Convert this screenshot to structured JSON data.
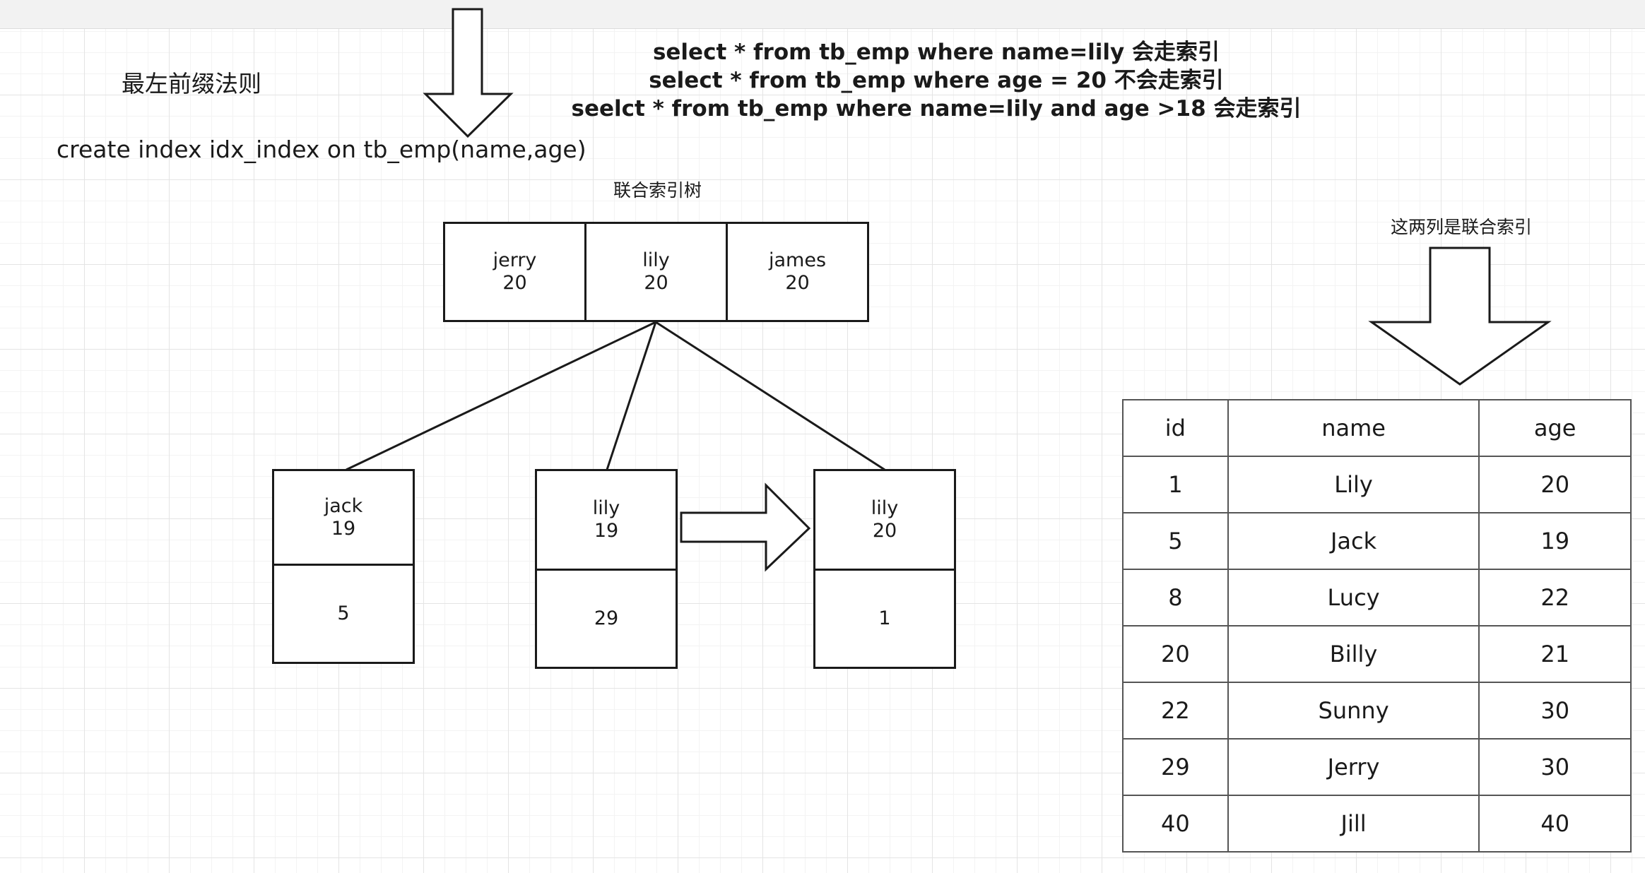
{
  "title": "最左前缀法则",
  "create_statement": "create index idx_index on tb_emp(name,age)",
  "queries": [
    "select * from tb_emp where name=lily 会走索引",
    "select * from tb_emp where age = 20 不会走索引",
    "seelct * from tb_emp where name=lily and age >18 会走索引"
  ],
  "tree_label": "联合索引树",
  "root_node": [
    {
      "name": "jerry",
      "age": "20"
    },
    {
      "name": "lily",
      "age": "20"
    },
    {
      "name": "james",
      "age": "20"
    }
  ],
  "leaf_nodes": [
    {
      "name": "jack",
      "age": "19",
      "id": "5"
    },
    {
      "name": "lily",
      "age": "19",
      "id": "29"
    },
    {
      "name": "lily",
      "age": "20",
      "id": "1"
    }
  ],
  "table_label": "这两列是联合索引",
  "table": {
    "headers": [
      "id",
      "name",
      "age"
    ],
    "rows": [
      [
        "1",
        "Lily",
        "20"
      ],
      [
        "5",
        "Jack",
        "19"
      ],
      [
        "8",
        "Lucy",
        "22"
      ],
      [
        "20",
        "Billy",
        "21"
      ],
      [
        "22",
        "Sunny",
        "30"
      ],
      [
        "29",
        "Jerry",
        "30"
      ],
      [
        "40",
        "Jill",
        "40"
      ]
    ]
  },
  "icons": [
    "arrow-down-icon",
    "arrow-right-icon"
  ],
  "colors": {
    "stroke": "#1a1a1a",
    "grid": "#e4e4e4"
  }
}
